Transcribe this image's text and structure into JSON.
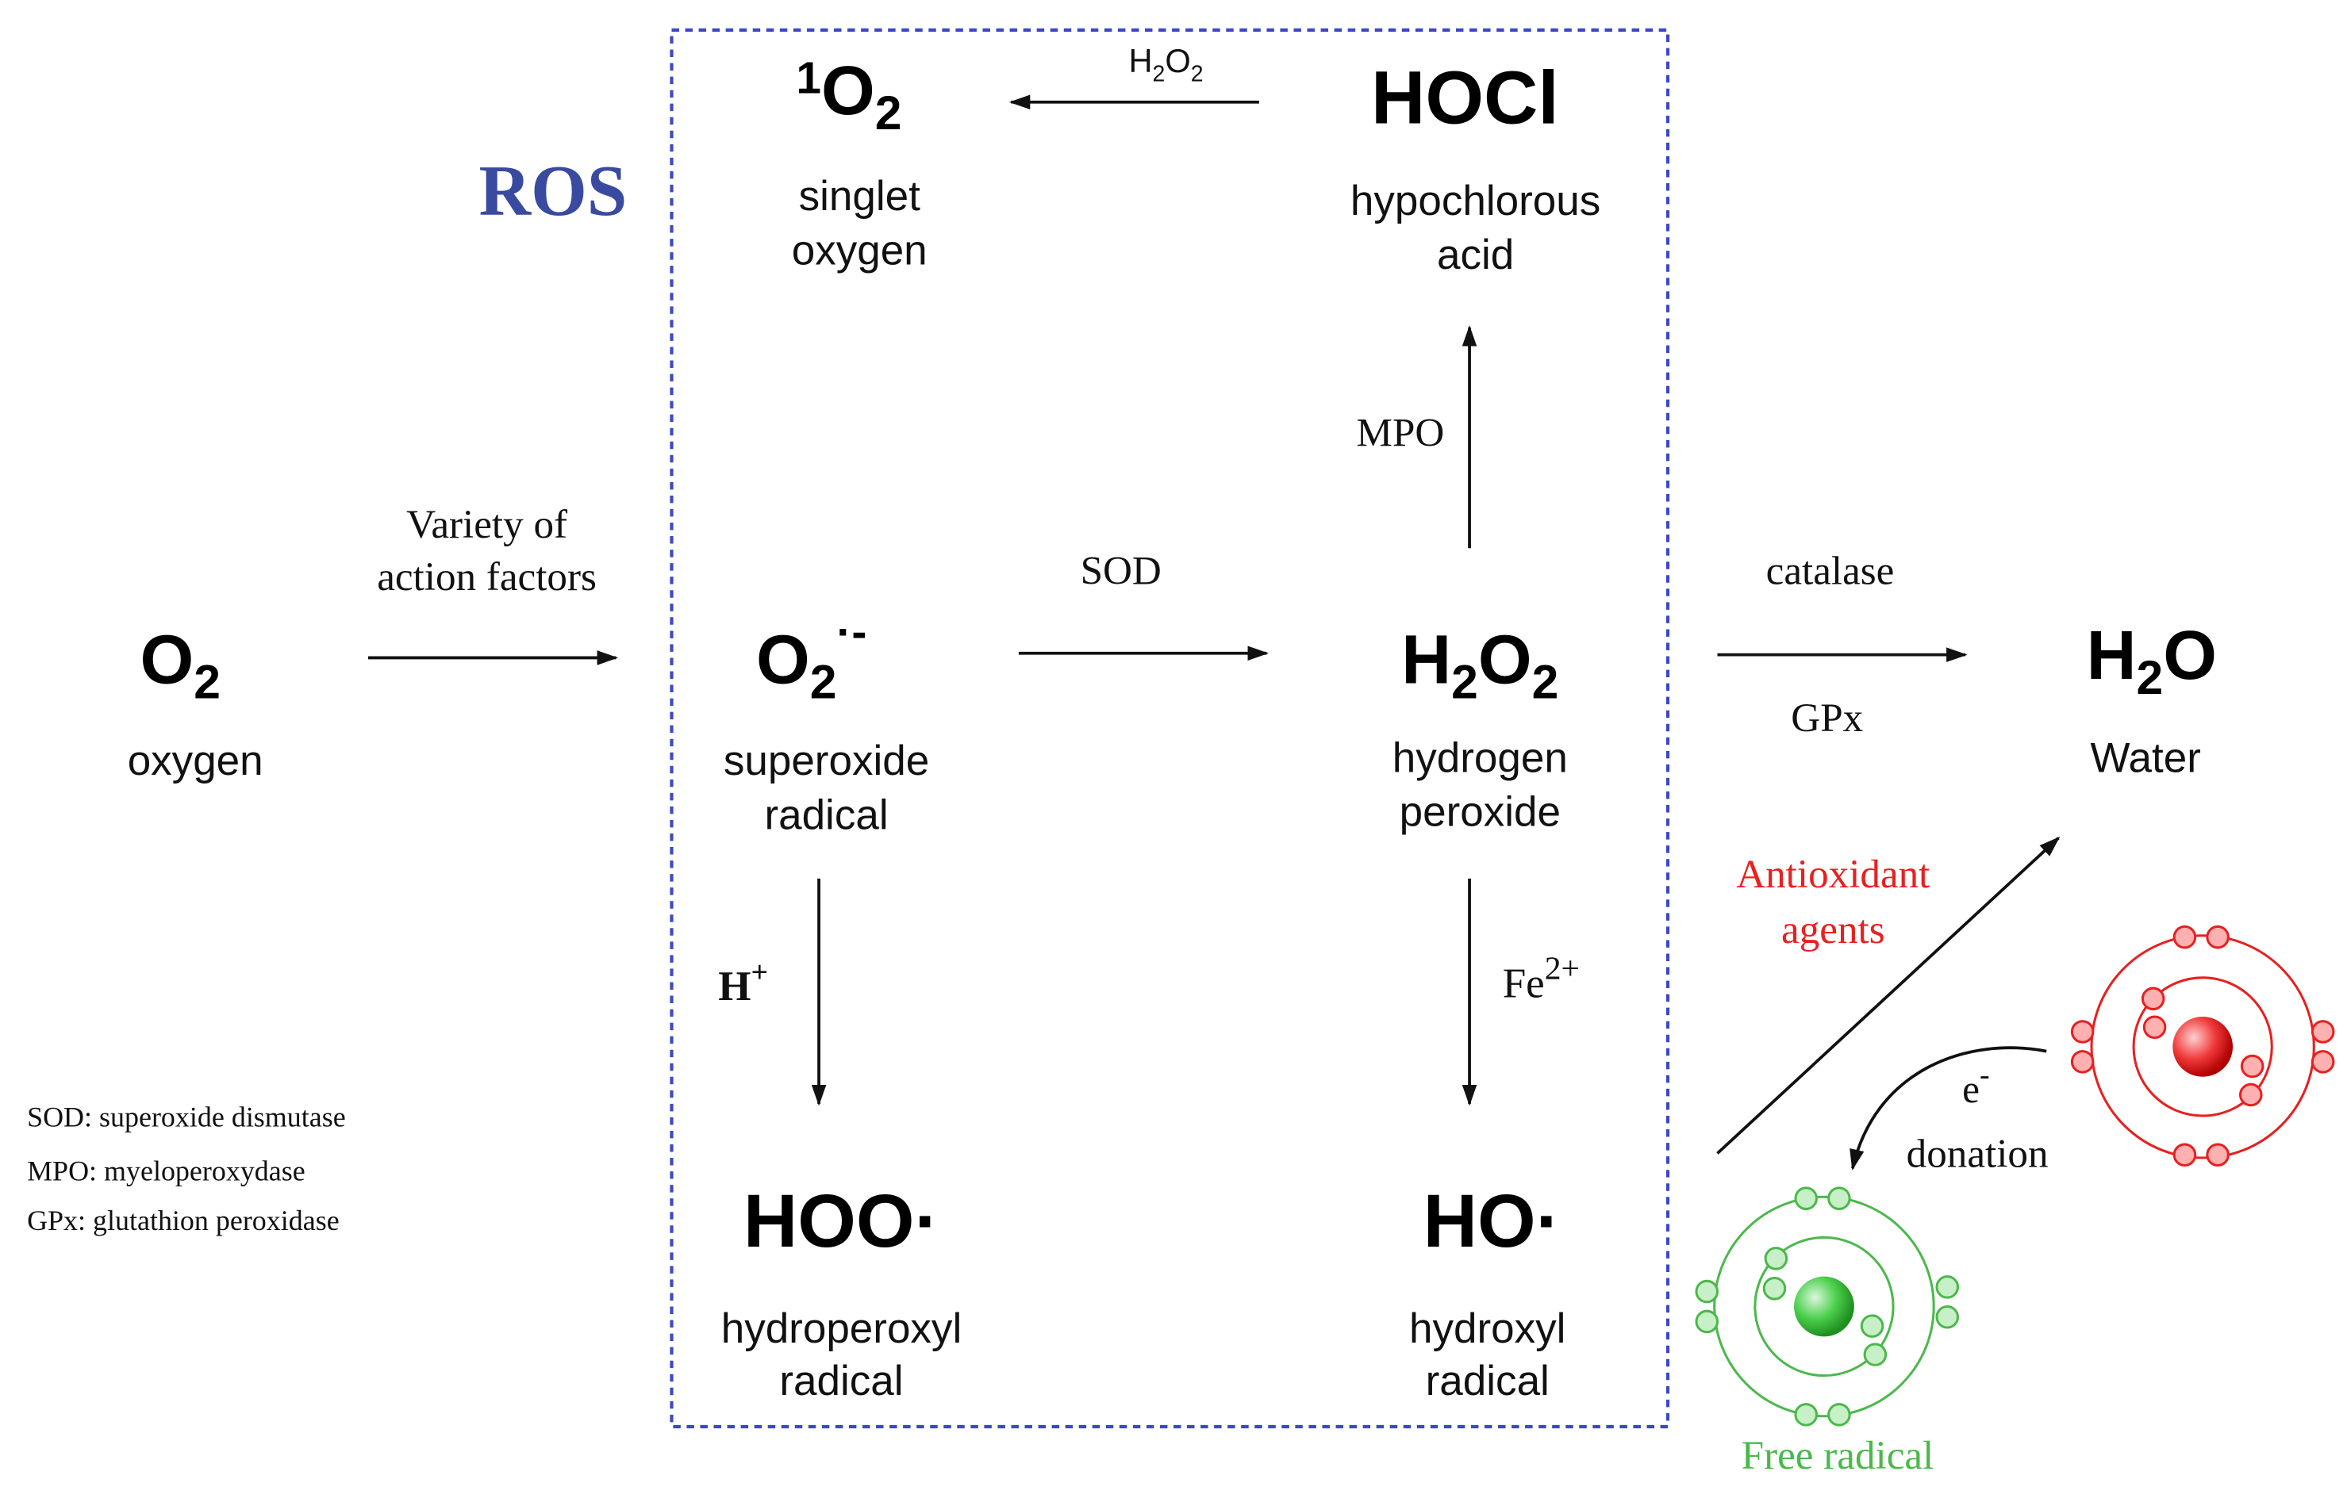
{
  "box_label": "ROS",
  "colors": {
    "ros_label": "#3a4aa0",
    "ros_border": "#3b48c6",
    "antioxidant": "#e82020",
    "free_radical": "#4bb84b",
    "text": "#111111"
  },
  "species": {
    "oxygen": {
      "base": "O",
      "sub": "2",
      "name_lines": [
        "oxygen"
      ]
    },
    "superoxide": {
      "base": "O",
      "sub": "2",
      "sup": "·-",
      "name_lines": [
        "superoxide",
        "radical"
      ]
    },
    "h2o2": {
      "h1": "H",
      "s1": "2",
      "o1": "O",
      "s2": "2",
      "name_lines": [
        "hydrogen",
        "peroxide"
      ]
    },
    "water": {
      "h1": "H",
      "s1": "2",
      "o1": "O",
      "name_lines": [
        "Water"
      ]
    },
    "singlet": {
      "pre_sup": "1",
      "base": "O",
      "sub": "2",
      "name_lines": [
        "singlet",
        "oxygen"
      ]
    },
    "hocl": {
      "formula": "HOCl",
      "name_lines": [
        "hypochlorous",
        "acid"
      ]
    },
    "hoo": {
      "formula": "HOO·",
      "name_lines": [
        "hydroperoxyl",
        "radical"
      ]
    },
    "ho": {
      "formula": "HO·",
      "name_lines": [
        "hydroxyl",
        "radical"
      ]
    }
  },
  "arrows": {
    "variety": {
      "lines": [
        "Variety  of",
        "action factors"
      ]
    },
    "sod": "SOD",
    "catalase": "catalase",
    "gpx": "GPx",
    "mpo": "MPO",
    "h2o2_label": {
      "h": "H",
      "s1": "2",
      "o": "O",
      "s2": "2"
    },
    "h_plus": {
      "base": "H",
      "sup": "+"
    },
    "fe": {
      "base": "Fe",
      "sup": "2+"
    }
  },
  "antioxidant_label": [
    "Antioxidant",
    "agents"
  ],
  "donation_label": {
    "e": "e",
    "e_sup": "-",
    "word": "donation"
  },
  "free_radical_label": "Free radical",
  "legend": [
    "SOD: superoxide dismutase",
    "MPO: myeloperoxydase",
    "GPx: glutathion peroxidase"
  ]
}
